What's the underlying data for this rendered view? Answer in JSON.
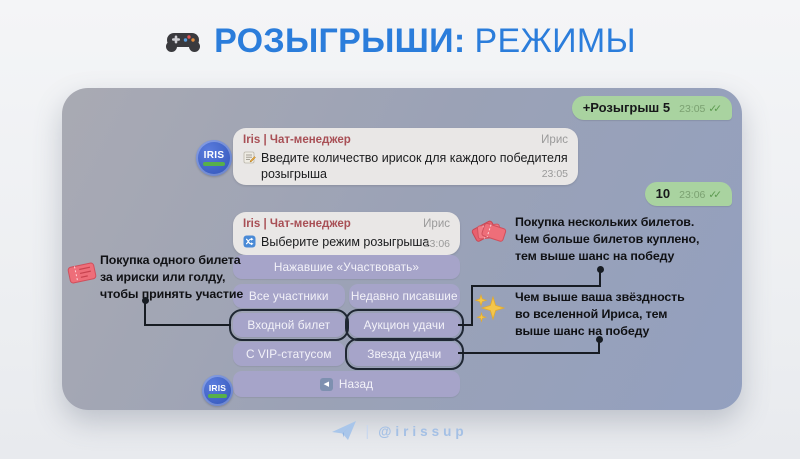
{
  "title": {
    "bold": "РОЗЫГРЫШИ:",
    "light": "РЕЖИМЫ"
  },
  "chat": {
    "outgoing": [
      {
        "text": "+Розыгрыш 5",
        "time": "23:05"
      },
      {
        "text": "10",
        "time": "23:06"
      }
    ],
    "checks_glyph": "✓✓",
    "bot_messages": [
      {
        "sender": "Iris | Чат-менеджер",
        "sender_right": "Ирис",
        "text": "Введите количество ирисок для каждого победителя розыгрыша",
        "time": "23:05"
      },
      {
        "sender": "Iris | Чат-менеджер",
        "sender_right": "Ирис",
        "text": "Выберите режим розыгрыша",
        "time": "23:06"
      }
    ],
    "avatar_label": "IRIS",
    "keyboard": {
      "back_glyph": "◀",
      "rows": [
        [
          {
            "label": "Нажавшие «Участвовать»"
          }
        ],
        [
          {
            "label": "Все участники"
          },
          {
            "label": "Недавно писавшие"
          }
        ],
        [
          {
            "label": "Входной билет",
            "highlighted": true
          },
          {
            "label": "Аукцион удачи",
            "highlighted": true
          }
        ],
        [
          {
            "label": "С VIP-статусом"
          },
          {
            "label": "Звезда удачи",
            "highlighted": true
          }
        ],
        [
          {
            "label": "Назад"
          }
        ]
      ]
    }
  },
  "annotations": {
    "left": {
      "line1": "Покупка одного билета",
      "line2": "за ириски или голду,",
      "line3": "чтобы принять участие"
    },
    "right_top": {
      "line1": "Покупка нескольких билетов.",
      "line2": "Чем больше билетов куплено,",
      "line3": "тем выше шанс на победу"
    },
    "right_bottom": {
      "line1": "Чем выше ваша звёздность",
      "line2": "во вселенной Ириса, тем",
      "line3": "выше шанс на победу"
    }
  },
  "footer": {
    "divider": "|",
    "handle": "@irissup"
  },
  "colors": {
    "accent_blue": "#2b7ddb",
    "panel": "#9ba2b6",
    "outgoing_green": "#a9d3a0",
    "bot_bubble": "#e9e7e6",
    "sender_red": "#a84f55",
    "keyboard_button": "#a6a4c9",
    "highlight_outline": "#1f2733",
    "footer_blue": "#a4c0e5"
  }
}
